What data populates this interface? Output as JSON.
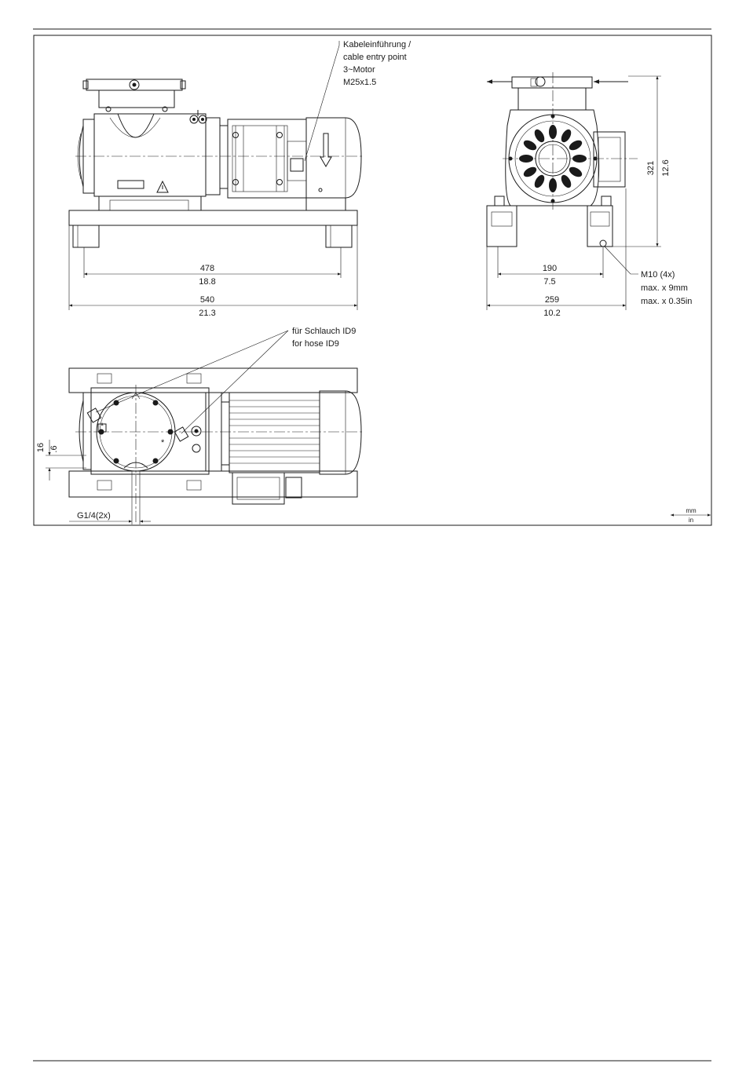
{
  "callouts": {
    "cable_entry": [
      "Kabeleinführung /",
      "cable entry point",
      "3~Motor",
      "M25x1.5"
    ],
    "hose": [
      "für Schlauch ID9",
      "for hose ID9"
    ],
    "thread_mount": [
      "M10 (4x)",
      "max.  x 9mm",
      "max.  x 0.35in"
    ],
    "port_thread": "G1/4(2x)"
  },
  "dimensions": {
    "front_inner_width": {
      "mm": "478",
      "in": "18.8"
    },
    "front_overall_width": {
      "mm": "540",
      "in": "21.3"
    },
    "side_bolt_spacing": {
      "mm": "190",
      "in": "7.5"
    },
    "side_overall_width": {
      "mm": "259",
      "in": "10.2"
    },
    "side_height": {
      "mm": "321",
      "in": "12.6"
    },
    "top_offset": {
      "mm": "16",
      "in": ".6"
    }
  },
  "units_legend": {
    "top": "mm",
    "bottom": "in"
  }
}
